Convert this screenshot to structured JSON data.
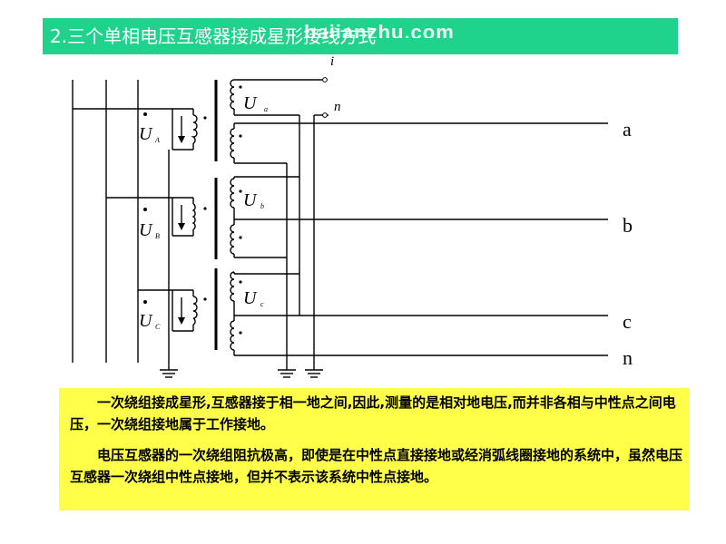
{
  "title": "2.三个单相电压互感器接成星形接线方式",
  "watermark": "bajianzhu.com",
  "diagram": {
    "bus_labels": [
      "a",
      "b",
      "c",
      "n"
    ],
    "terminal_labels": [
      "i",
      "n"
    ],
    "primary_labels": [
      {
        "main": "U",
        "sub": "A"
      },
      {
        "main": "U",
        "sub": "B"
      },
      {
        "main": "U",
        "sub": "C"
      }
    ],
    "secondary_labels": [
      {
        "main": "U",
        "sub": "a"
      },
      {
        "main": "U",
        "sub": "b"
      },
      {
        "main": "U",
        "sub": "c"
      }
    ]
  },
  "notes": {
    "p1": "一次绕组接成星形,互感器接于相一地之间,因此,测量的是相对地电压,而并非各相与中性点之间电压，一次绕组接地属于工作接地。",
    "p2": "电压互感器的一次绕组阻抗极高，即使是在中性点直接接地或经消弧线圈接地的系统中，虽然电压互感器一次绕组中性点接地，但并不表示该系统中性点接地。"
  },
  "colors": {
    "title_bg": "#1fd38c",
    "title_text": "#ffffff",
    "note_bg": "#ffff4a"
  }
}
